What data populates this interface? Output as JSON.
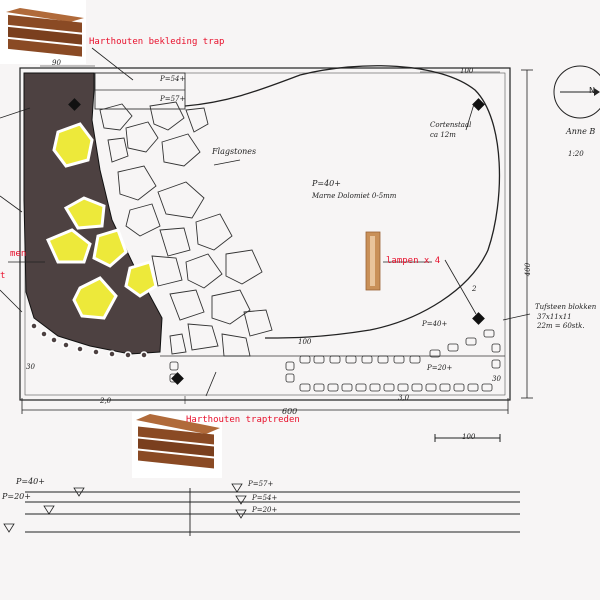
{
  "labels": {
    "stairs_cladding": "Harthouten bekleding trap",
    "stair_treads": "Harthouten traptreden",
    "flagstones": "Flagstones",
    "gravel_level": "P=40+",
    "gravel_type": "Marne Dolomiet 0-5mm",
    "corten_edge_1": "Cortenstaal",
    "corten_edge_2": "ca 12m",
    "lamps": "lampen x 4",
    "tuff_1": "Tufsteen blokken",
    "tuff_2": "37x11x11",
    "tuff_3": "22m = 60stk.",
    "cut_red_1": "men",
    "cut_red_2": "t",
    "north": "N",
    "author": "Anne B",
    "scale": "1:20"
  },
  "levels": {
    "top_deck_1": "P=54+",
    "top_deck_2": "P=57+",
    "right_area": "P=40+",
    "bottom_right": "P=20+",
    "section_left_1": "P=40+",
    "section_left_2": "P=20+",
    "section_mid_1": "P=57+",
    "section_mid_2": "P=54+",
    "section_mid_3": "P=20+"
  },
  "dimensions": {
    "top_left_width": "90",
    "top_right": "100",
    "mid_dim": "100",
    "right_height": "400",
    "bottom_total": "600",
    "bottom_left": "2,0",
    "bottom_right": "3,0",
    "left_height": "30",
    "right_small": "30",
    "scale_bar": "100",
    "diag_dim": "2"
  },
  "colors": {
    "planter": "#4d4141",
    "plants": "#ede93a",
    "wood": "#8a4a24",
    "red_text": "#e8112d"
  }
}
